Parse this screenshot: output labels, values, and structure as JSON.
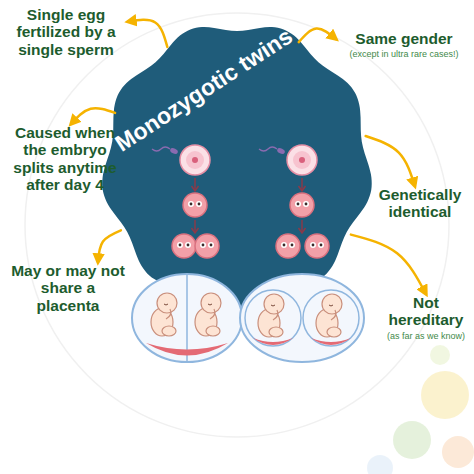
{
  "diagram": {
    "nodes": [
      {
        "text": [
          "Monozygotic twins"
        ]
      },
      {
        "text": [
          "Single egg fertilized by a single sperm"
        ]
      },
      {
        "text": [
          "Same gender",
          "(except in ultra rare cases!)"
        ]
      },
      {
        "text": [
          "Caused when the embryo splits anytime after day 4"
        ]
      },
      {
        "text": [
          "Genetically identical"
        ]
      },
      {
        "text": [
          "May or may not share a placenta"
        ]
      },
      {
        "text": [
          "Not hereditary",
          "(as far as we know)"
        ]
      }
    ],
    "edges": [
      {
        "from": 0,
        "to": 1,
        "arrow": "to"
      },
      {
        "from": 0,
        "to": 2,
        "arrow": "to"
      },
      {
        "from": 0,
        "to": 3,
        "arrow": "to"
      },
      {
        "from": 0,
        "to": 4,
        "arrow": "to"
      },
      {
        "from": 0,
        "to": 5,
        "arrow": "to"
      },
      {
        "from": 0,
        "to": 6,
        "arrow": "to"
      }
    ]
  }
}
